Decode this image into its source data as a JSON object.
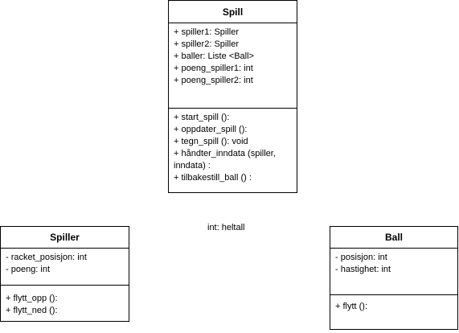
{
  "classes": {
    "spill": {
      "name": "Spill",
      "attributes": [
        "+ spiller1: Spiller",
        "+ spiller2: Spiller",
        "+ baller: Liste <Ball>",
        "+ poeng_spiller1: int",
        "+ poeng_spiller2: int"
      ],
      "operations": [
        "+ start_spill ():",
        "+ oppdater_spill ():",
        "+ tegn_spill (): void",
        "+ håndter_inndata (spiller, inndata) :",
        "+ tilbakestill_ball () :"
      ]
    },
    "spiller": {
      "name": "Spiller",
      "attributes": [
        "- racket_posisjon: int",
        "- poeng: int"
      ],
      "operations": [
        "+ flytt_opp ():",
        "+ flytt_ned ():"
      ]
    },
    "ball": {
      "name": "Ball",
      "attributes": [
        "- posisjon: int",
        "- hastighet: int"
      ],
      "operations": [
        "+ flytt ():"
      ]
    }
  },
  "note": "int: heltall"
}
